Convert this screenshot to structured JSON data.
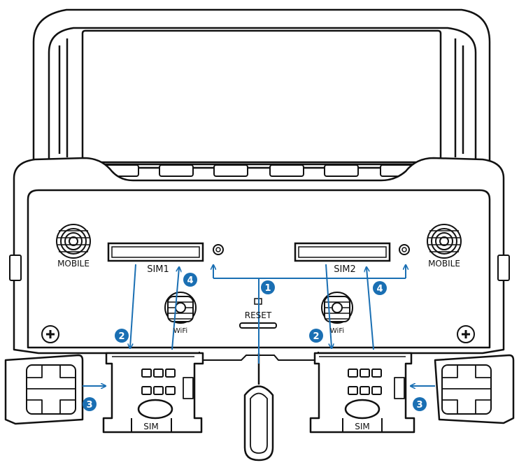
{
  "labels": {
    "mobile_left": "MOBILE",
    "mobile_right": "MOBILE",
    "sim1": "SIM1",
    "sim2": "SIM2",
    "reset": "RESET",
    "wifi_left": "WiFi",
    "wifi_right": "WiFi",
    "tray_left": "SIM",
    "tray_right": "SIM"
  },
  "steps": {
    "step1": "1",
    "step2_left": "2",
    "step2_right": "2",
    "step3_left": "3",
    "step3_right": "3",
    "step4_left": "4",
    "step4_right": "4"
  },
  "colors": {
    "accent": "#1a6fb3",
    "outline": "#111111",
    "body": "#ffffff"
  },
  "icons": {
    "eject_tool": "sim-eject-pin-icon",
    "antenna": "sma-connector-icon",
    "screw": "phillips-screw-icon",
    "reset": "reset-button-icon"
  }
}
